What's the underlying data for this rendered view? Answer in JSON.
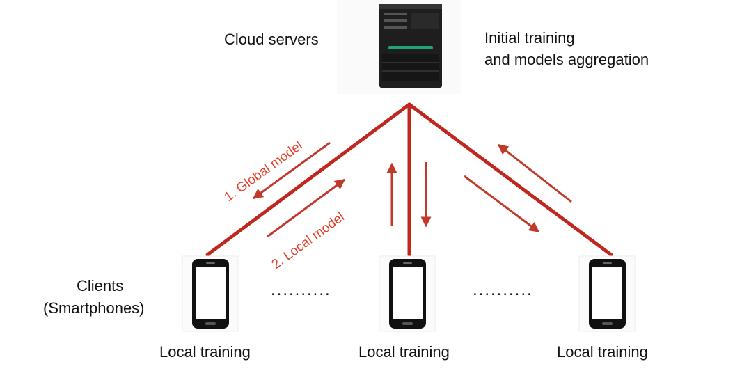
{
  "server": {
    "label": "Cloud servers",
    "role_line1": "Initial training",
    "role_line2": "and models aggregation"
  },
  "clients": {
    "label_line1": "Clients",
    "label_line2": "(Smartphones)",
    "items": [
      {
        "training_label": "Local training"
      },
      {
        "training_label": "Local training"
      },
      {
        "training_label": "Local training"
      }
    ],
    "ellipsis_left": "..........",
    "ellipsis_right": ".........."
  },
  "flows": {
    "step1": "1. Global model",
    "step2": "2. Local model"
  },
  "colors": {
    "link": "#c0271f",
    "arrow": "#c0392b",
    "annotation": "#e4402b",
    "text": "#111111"
  }
}
